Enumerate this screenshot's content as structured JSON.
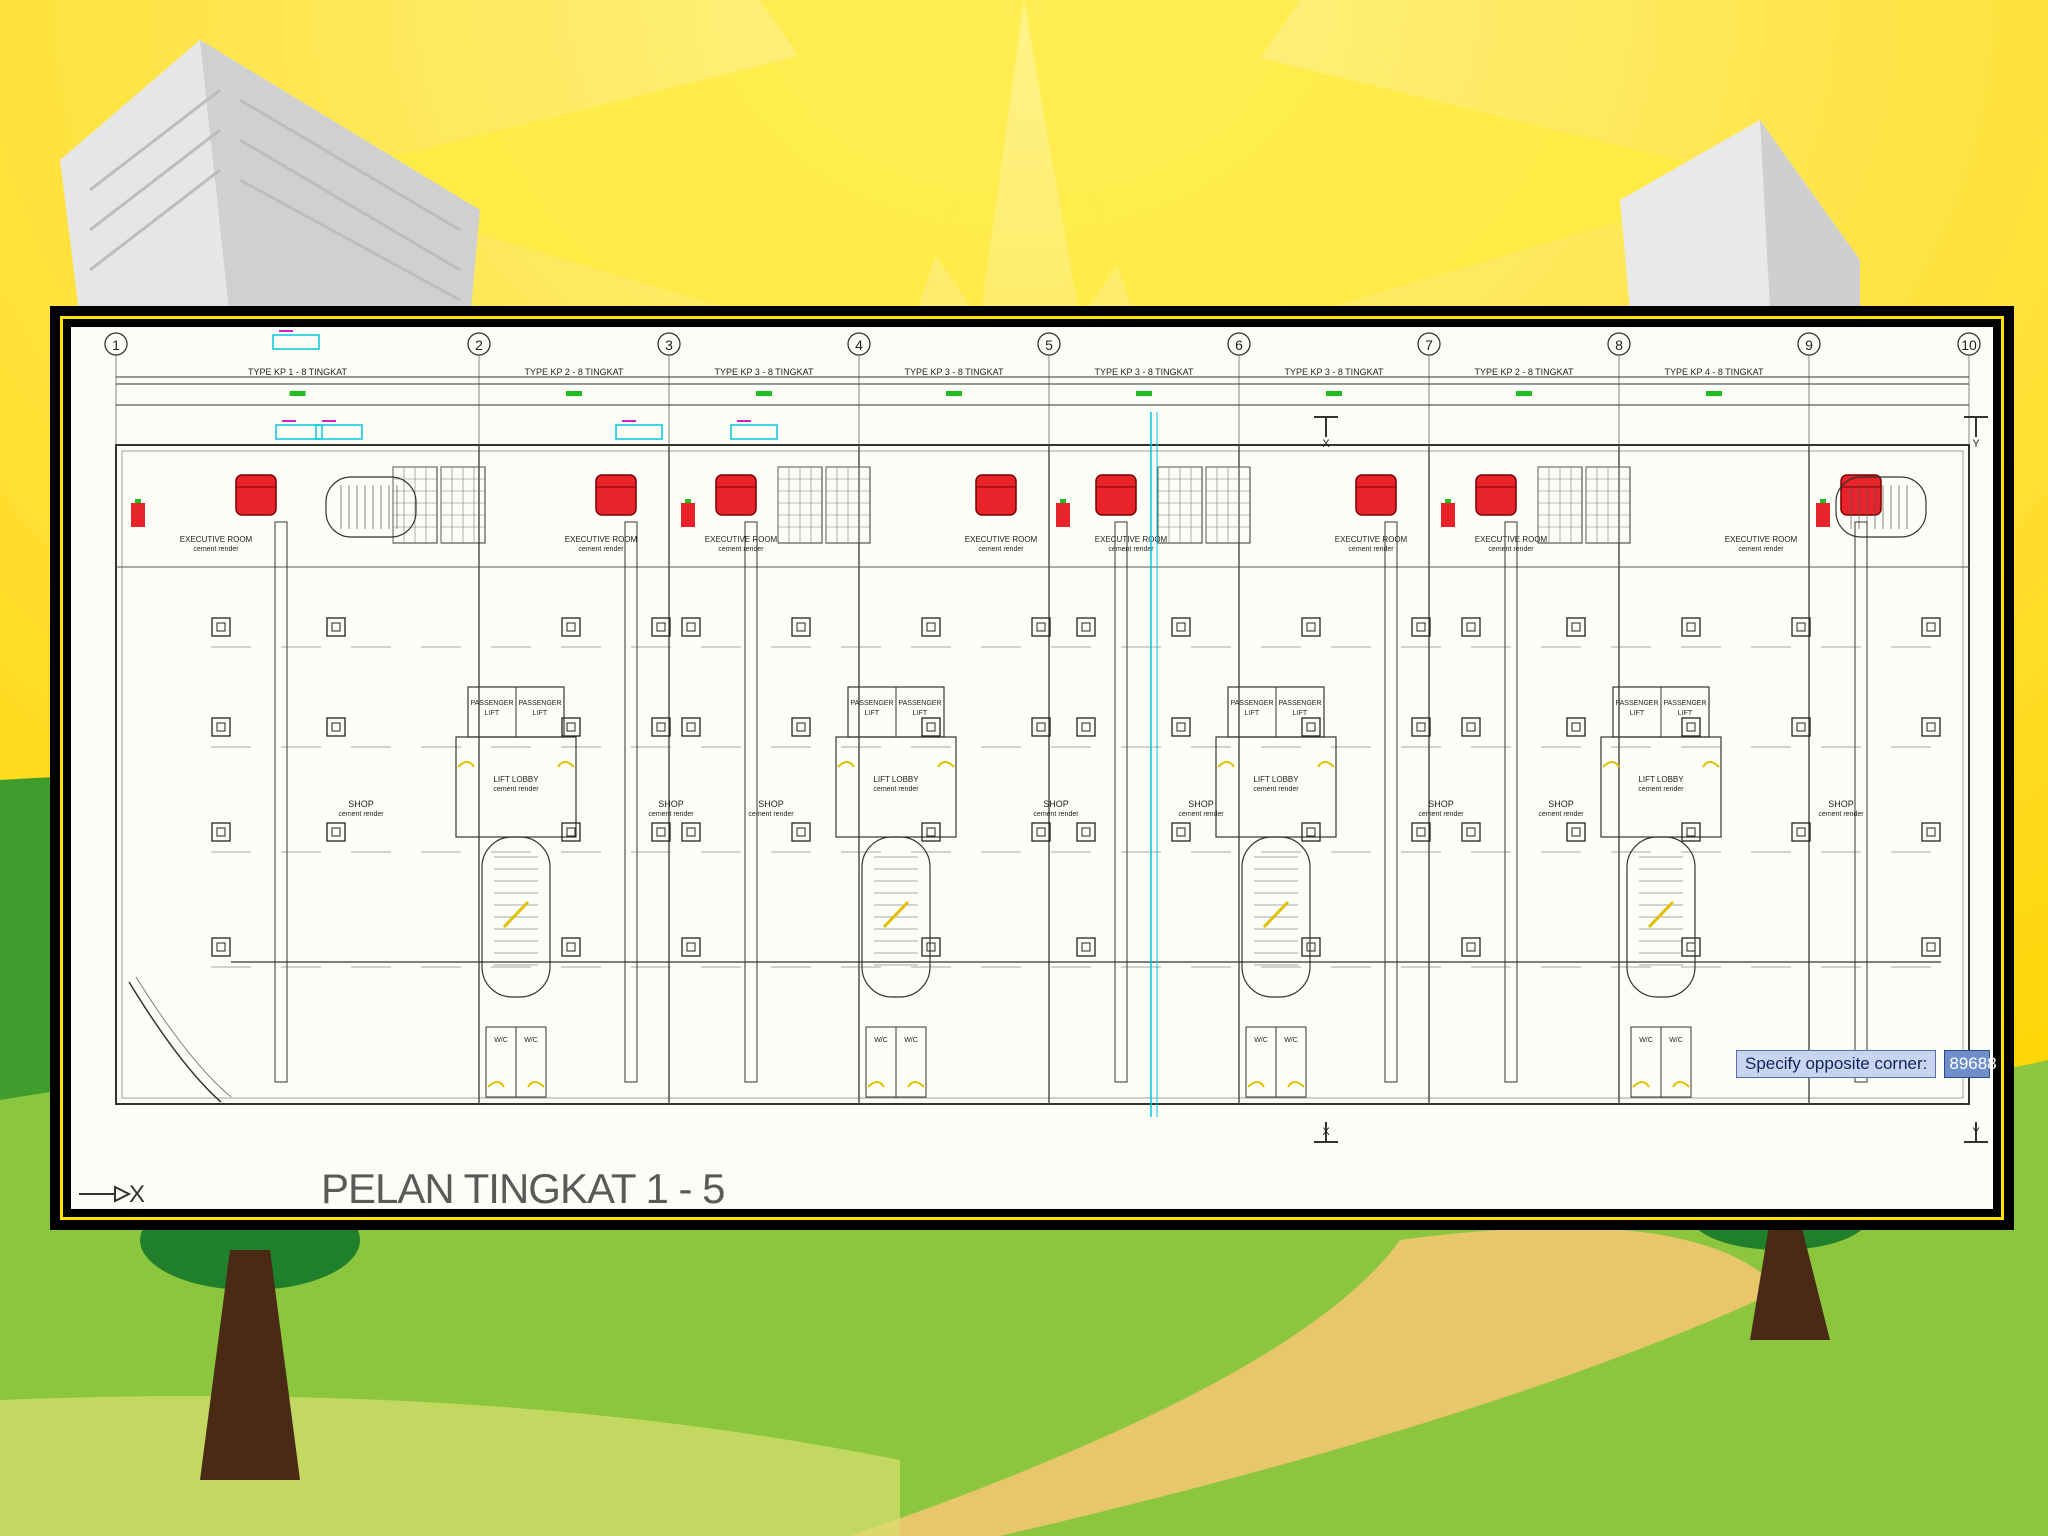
{
  "drawing": {
    "title": "PELAN TINGKAT 1 - 5",
    "grid_labels": [
      "1",
      "2",
      "3",
      "4",
      "5",
      "6",
      "7",
      "8",
      "9",
      "10"
    ],
    "type_labels": [
      "TYPE KP 1 - 8 TINGKAT",
      "TYPE KP 2 - 8 TINGKAT",
      "TYPE KP 3 - 8 TINGKAT",
      "TYPE KP 3 - 8 TINGKAT",
      "TYPE KP 3 - 8 TINGKAT",
      "TYPE KP 3 - 8 TINGKAT",
      "TYPE KP 2 - 8 TINGKAT",
      "TYPE KP 4 - 8 TINGKAT"
    ],
    "room_labels": {
      "executive_room": "EXECUTIVE ROOM",
      "cement_render": "cement render",
      "shop": "SHOP",
      "lift_lobby": "LIFT LOBBY",
      "passenger_lift": "PASSENGER",
      "lift": "LIFT",
      "wc": "W/C"
    },
    "section_marks": [
      "X",
      "Y"
    ]
  },
  "ucs": {
    "axis_label": "X"
  },
  "command_tooltip": {
    "prompt": "Specify opposite corner:",
    "value": "89688"
  },
  "colors": {
    "background_yellow": "#ffe600",
    "frame": "#000000",
    "frame_border": "#ffe000",
    "canvas": "#fdfdf8",
    "ac_unit_red": "#e8242a",
    "duct_cyan": "#00c8e0",
    "magenta": "#d020c0",
    "dim_green": "#1fbf1f"
  }
}
